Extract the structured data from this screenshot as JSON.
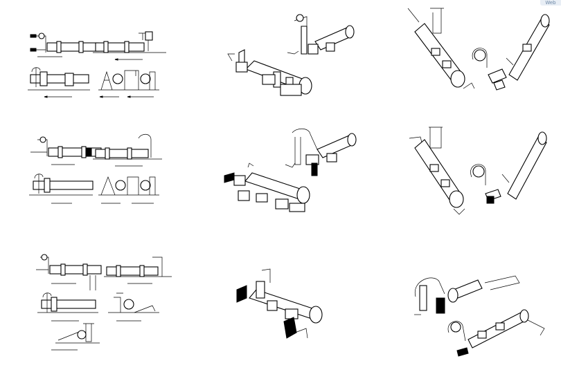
{
  "corner_badge": {
    "text": "Web",
    "bg": "#e8eef5",
    "fg": "#6c87a6"
  },
  "line_color": "#000000",
  "background": "#ffffff",
  "rows": [
    {
      "row": 1,
      "views": [
        "elevation-set",
        "isometric-left",
        "isometric-crossed"
      ]
    },
    {
      "row": 2,
      "views": [
        "elevation-set",
        "isometric-left",
        "isometric-crossed"
      ]
    },
    {
      "row": 3,
      "views": [
        "elevation-set",
        "isometric-single",
        "isometric-double"
      ]
    }
  ]
}
